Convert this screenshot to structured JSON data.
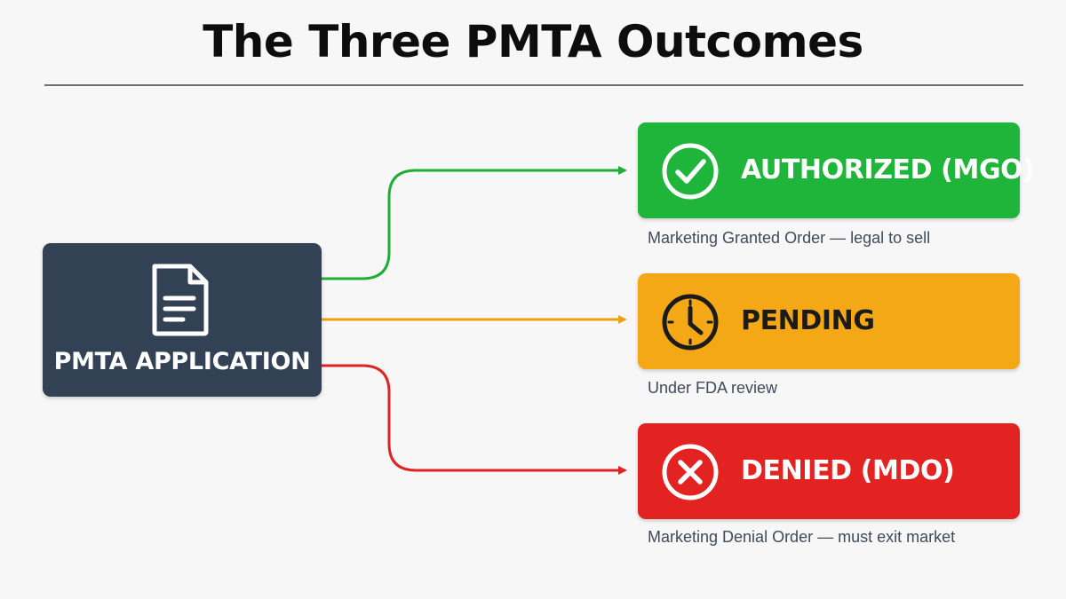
{
  "title": "The Three PMTA Outcomes",
  "source": {
    "label": "PMTA APPLICATION",
    "icon": "document-icon",
    "color": "#334155"
  },
  "outcomes": [
    {
      "label": "AUTHORIZED (MGO)",
      "caption": "Marketing Granted Order — legal to sell",
      "icon": "check-circle-icon",
      "color": "#1fb53a",
      "arrow_color": "#1fae35"
    },
    {
      "label": "PENDING",
      "caption": "Under FDA review",
      "icon": "clock-icon",
      "color": "#f5a815",
      "arrow_color": "#e9a312"
    },
    {
      "label": "DENIED (MDO)",
      "caption": "Marketing Denial Order — must exit market",
      "icon": "x-circle-icon",
      "color": "#e32222",
      "arrow_color": "#df2424"
    }
  ]
}
